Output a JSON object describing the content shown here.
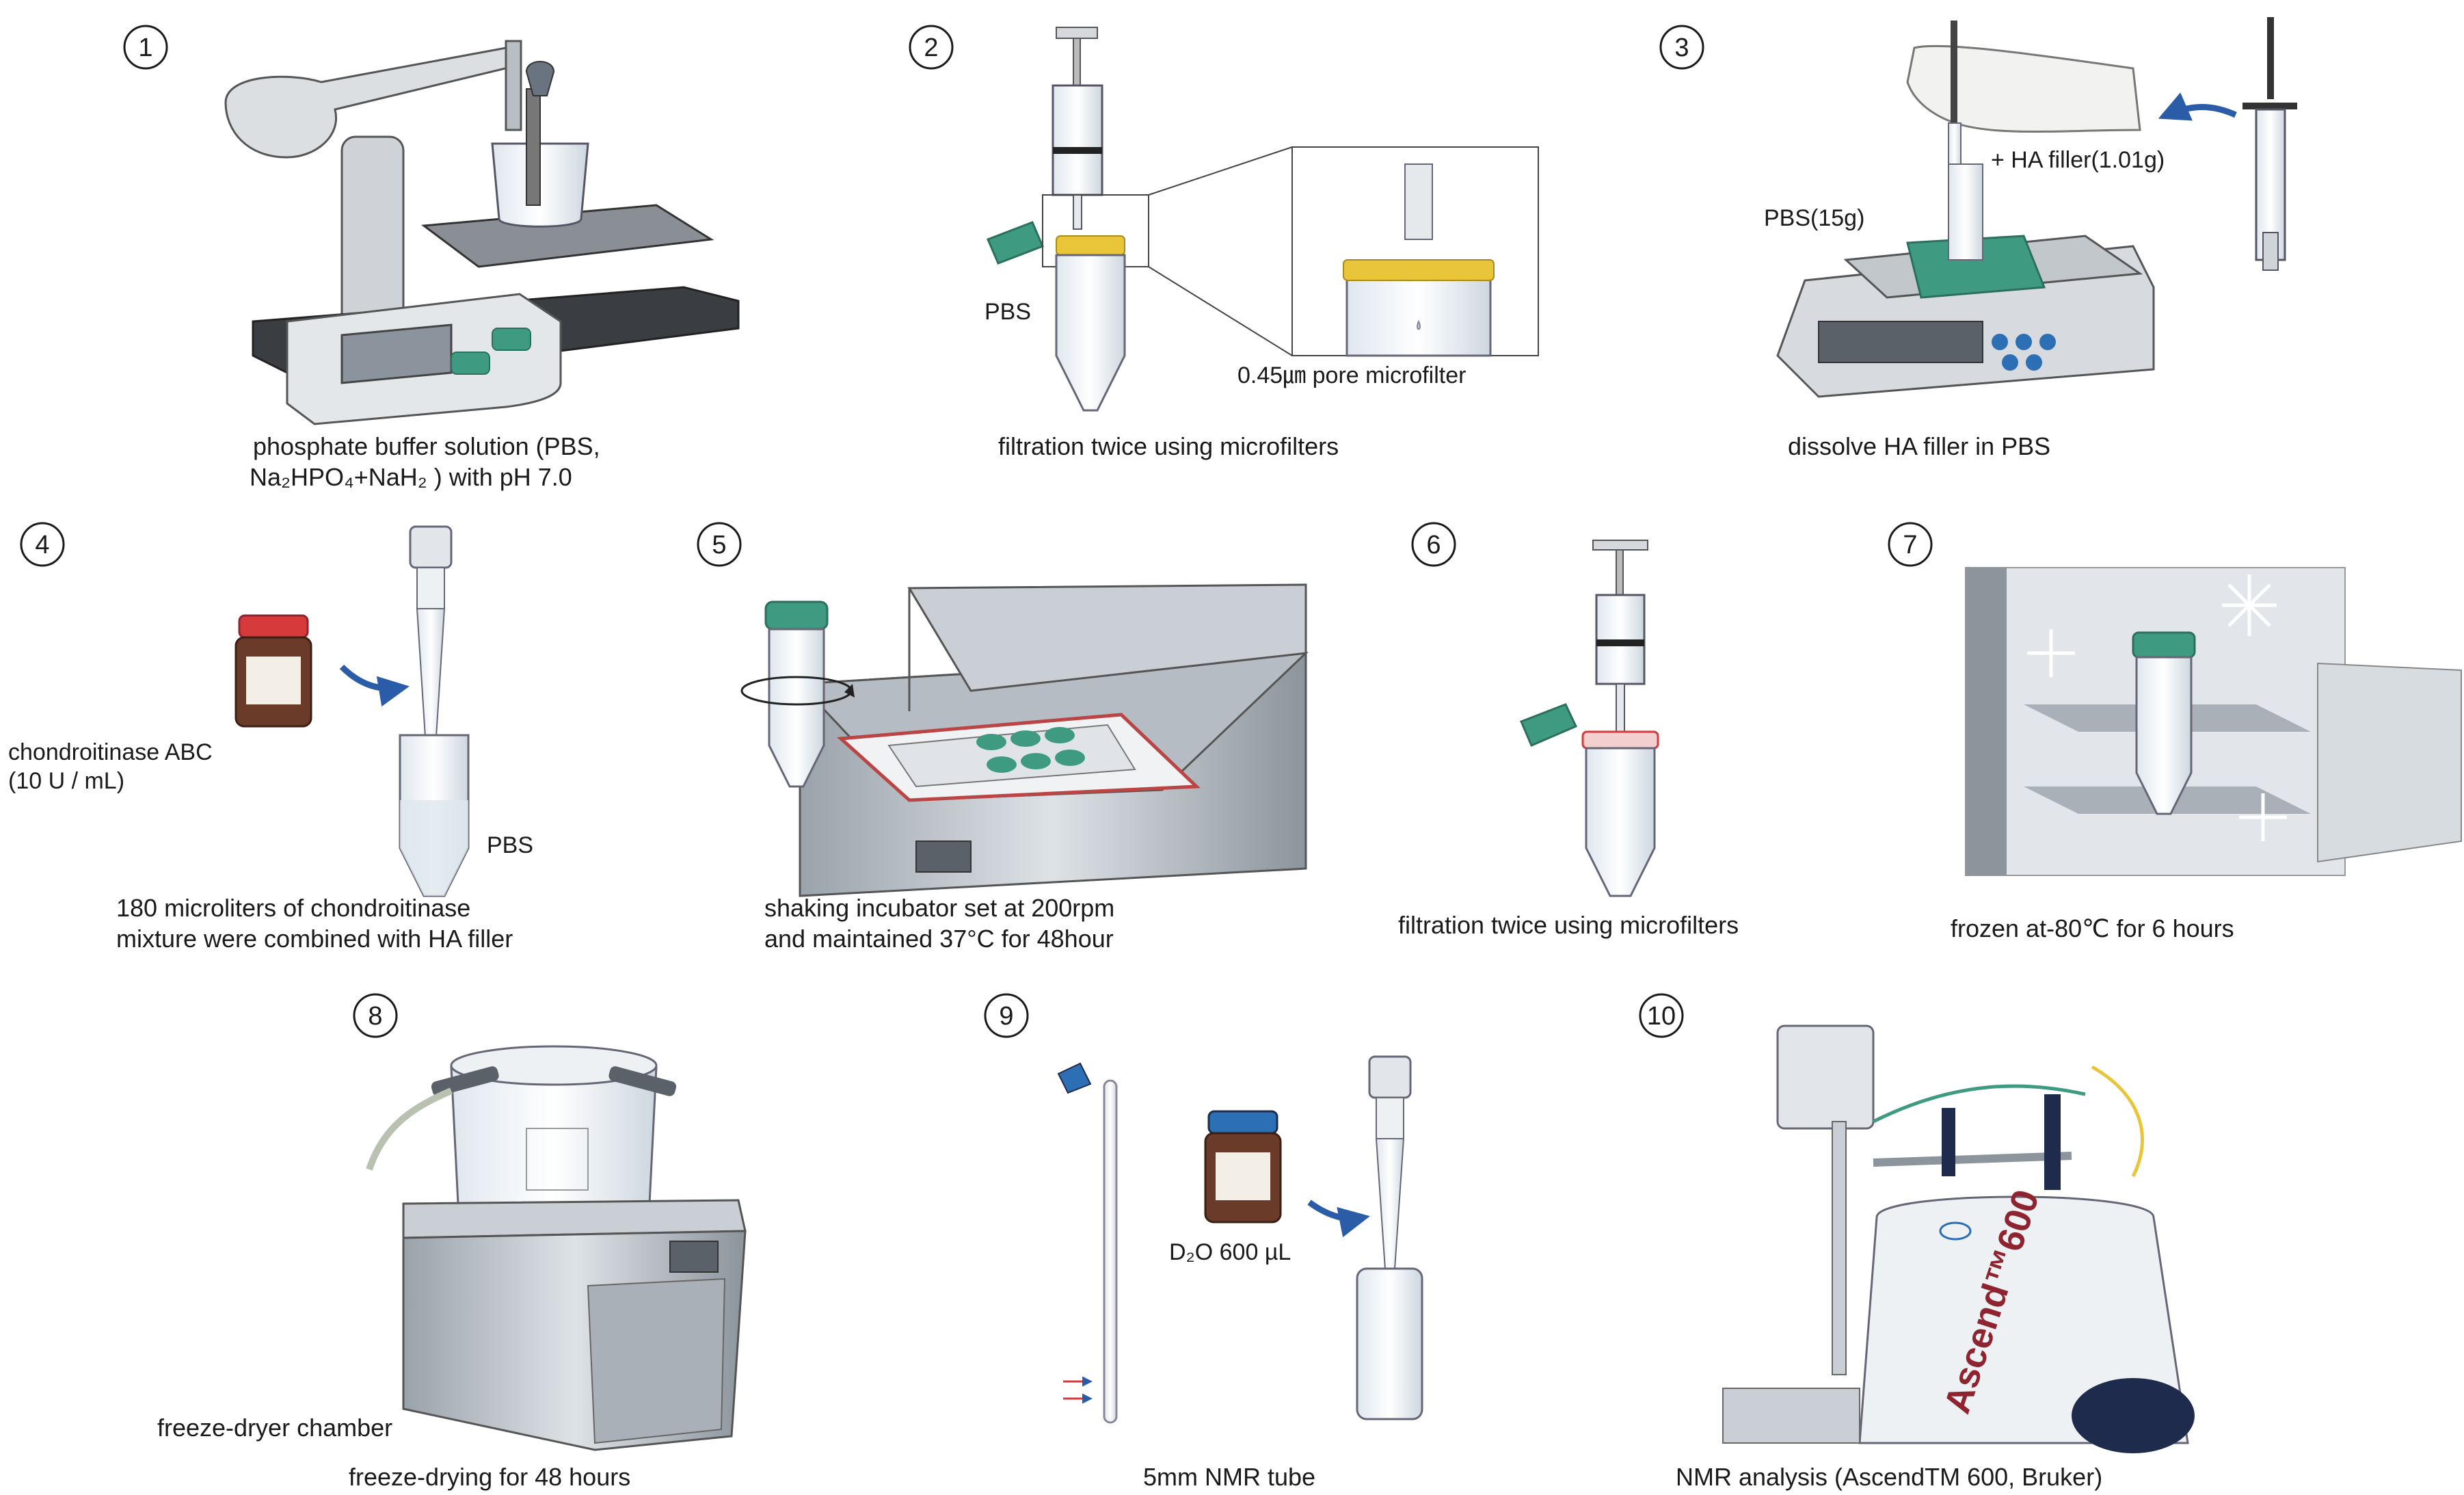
{
  "colors": {
    "teal": "#3e9a80",
    "teal_dark": "#2b6f5c",
    "steel": "#c7cdd3",
    "steel_dark": "#8c949c",
    "arrow_blue": "#2a5ca8",
    "red_cap": "#d63a3a",
    "blue_cap": "#2c6fb5",
    "gold": "#e9c53a",
    "dark_navy": "#1f2b4d",
    "maroon": "#8e2430"
  },
  "steps": [
    {
      "number": "1",
      "caption_line1": "phosphate buffer solution (PBS,",
      "caption_line2": "Na₂HPO₄+NaH₂ ) with pH 7.0",
      "icons": [
        "stirrer-icon",
        "beaker-icon",
        "ph-meter-icon"
      ]
    },
    {
      "number": "2",
      "caption_line1": "filtration twice using microfilters",
      "label_a": "PBS",
      "label_b": "0.45㎛ pore microfilter",
      "icons": [
        "syringe-icon",
        "microfilter-icon",
        "tube-icon"
      ]
    },
    {
      "number": "3",
      "caption_line1": "dissolve HA filler in PBS",
      "label_a": "PBS(15g)",
      "label_b": "+ HA filler(1.01g)",
      "icons": [
        "glove-icon",
        "balance-icon",
        "syringe-icon"
      ]
    },
    {
      "number": "4",
      "caption_line1": "180 microliters of chondroitinase",
      "caption_line2": "mixture were combined with HA filler",
      "label_a": "chondroitinase ABC",
      "label_b": "(10 U / mL)",
      "label_c": "PBS",
      "icons": [
        "bottle-icon",
        "pipette-icon",
        "tube-icon"
      ]
    },
    {
      "number": "5",
      "caption_line1": "shaking incubator set at 200rpm",
      "caption_line2": "and maintained 37°C for 48hour",
      "icons": [
        "tube-icon",
        "incubator-icon"
      ]
    },
    {
      "number": "6",
      "caption_line1": "filtration twice using microfilters",
      "icons": [
        "syringe-icon",
        "tube-icon"
      ]
    },
    {
      "number": "7",
      "caption_line1": "frozen at-80℃ for 6 hours",
      "icons": [
        "freezer-icon",
        "snowflake-icon",
        "tube-icon"
      ]
    },
    {
      "number": "8",
      "caption_line1": "freeze-drying for 48 hours",
      "label_a": "freeze-dryer chamber",
      "icons": [
        "freeze-dryer-icon"
      ]
    },
    {
      "number": "9",
      "caption_line1": "5mm NMR tube",
      "label_a": "D₂O 600 µL",
      "icons": [
        "nmr-tube-icon",
        "bottle-icon",
        "pipette-icon"
      ]
    },
    {
      "number": "10",
      "caption_line1": "NMR analysis (AscendTM 600, Bruker)",
      "label_a": "Ascend™600",
      "icons": [
        "nmr-spectrometer-icon"
      ]
    }
  ]
}
